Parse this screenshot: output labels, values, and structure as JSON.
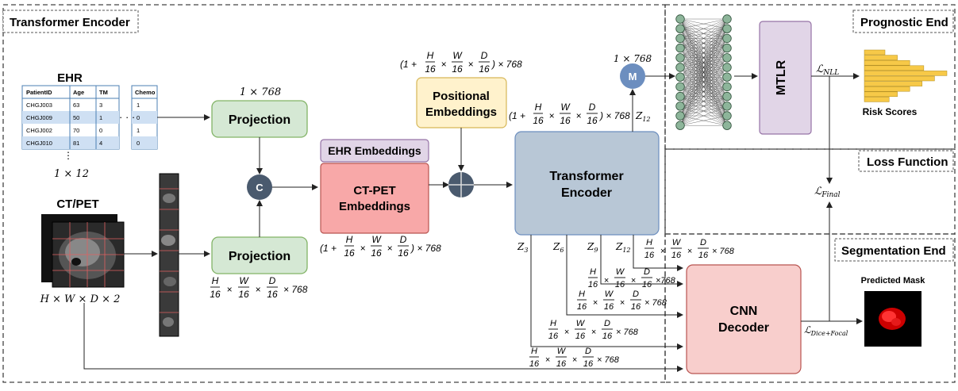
{
  "sections": {
    "transformer_encoder": "Transformer Encoder",
    "prognostic_end": "Prognostic End",
    "loss_function": "Loss Function",
    "segmentation_end": "Segmentation End"
  },
  "ehr": {
    "title": "EHR",
    "columns": [
      "PatientID",
      "Age",
      "TM",
      "Chemo"
    ],
    "rows": [
      [
        "CHGJ003",
        "63",
        "3",
        "1"
      ],
      [
        "CHGJ009",
        "50",
        "1",
        "0"
      ],
      [
        "CHGJ002",
        "70",
        "0",
        "1"
      ],
      [
        "CHGJ010",
        "81",
        "4",
        "0"
      ]
    ],
    "ellipsis": "· · ·",
    "size_label_prefix": "1 × 12"
  },
  "ctpet": {
    "title": "CT/PET",
    "dim_label": "H × W × D × 2"
  },
  "blocks": {
    "projection_top": "Projection",
    "projection_bottom": "Projection",
    "concat": "C",
    "ehr_embeddings": "EHR Embeddings",
    "ctpet_embeddings_line1": "CT-PET",
    "ctpet_embeddings_line2": "Embeddings",
    "positional_line1": "Positional",
    "positional_line2": "Embeddings",
    "transformer_line1": "Transformer",
    "transformer_line2": "Encoder",
    "merge": "M",
    "mtlr": "MTLR",
    "cnn_line1": "CNN",
    "cnn_line2": "Decoder"
  },
  "dims": {
    "proj_top": "1 × 768",
    "merge_top": "1 × 768"
  },
  "outputs": {
    "risk_scores": "Risk Scores",
    "predicted_mask": "Predicted Mask"
  },
  "losses": {
    "nll": "NLL",
    "final": "Final",
    "dice_focal": "Dice+Focal"
  },
  "skips": {
    "z3": "3",
    "z6": "6",
    "z9": "9",
    "z12": "12"
  },
  "colors": {
    "projection": "#d5e8d4",
    "projection_border": "#82b366",
    "ehr_emb": "#e1d5e7",
    "ctpet_emb": "#f8a8a8",
    "positional": "#fff2cc",
    "transformer": "#b8c7d6",
    "circle": "#4a5a6e",
    "mtlr": "#e1d5e7",
    "cnn": "#f8cecc",
    "neuron": "#8db59a",
    "risk_bar": "#f7c948"
  }
}
